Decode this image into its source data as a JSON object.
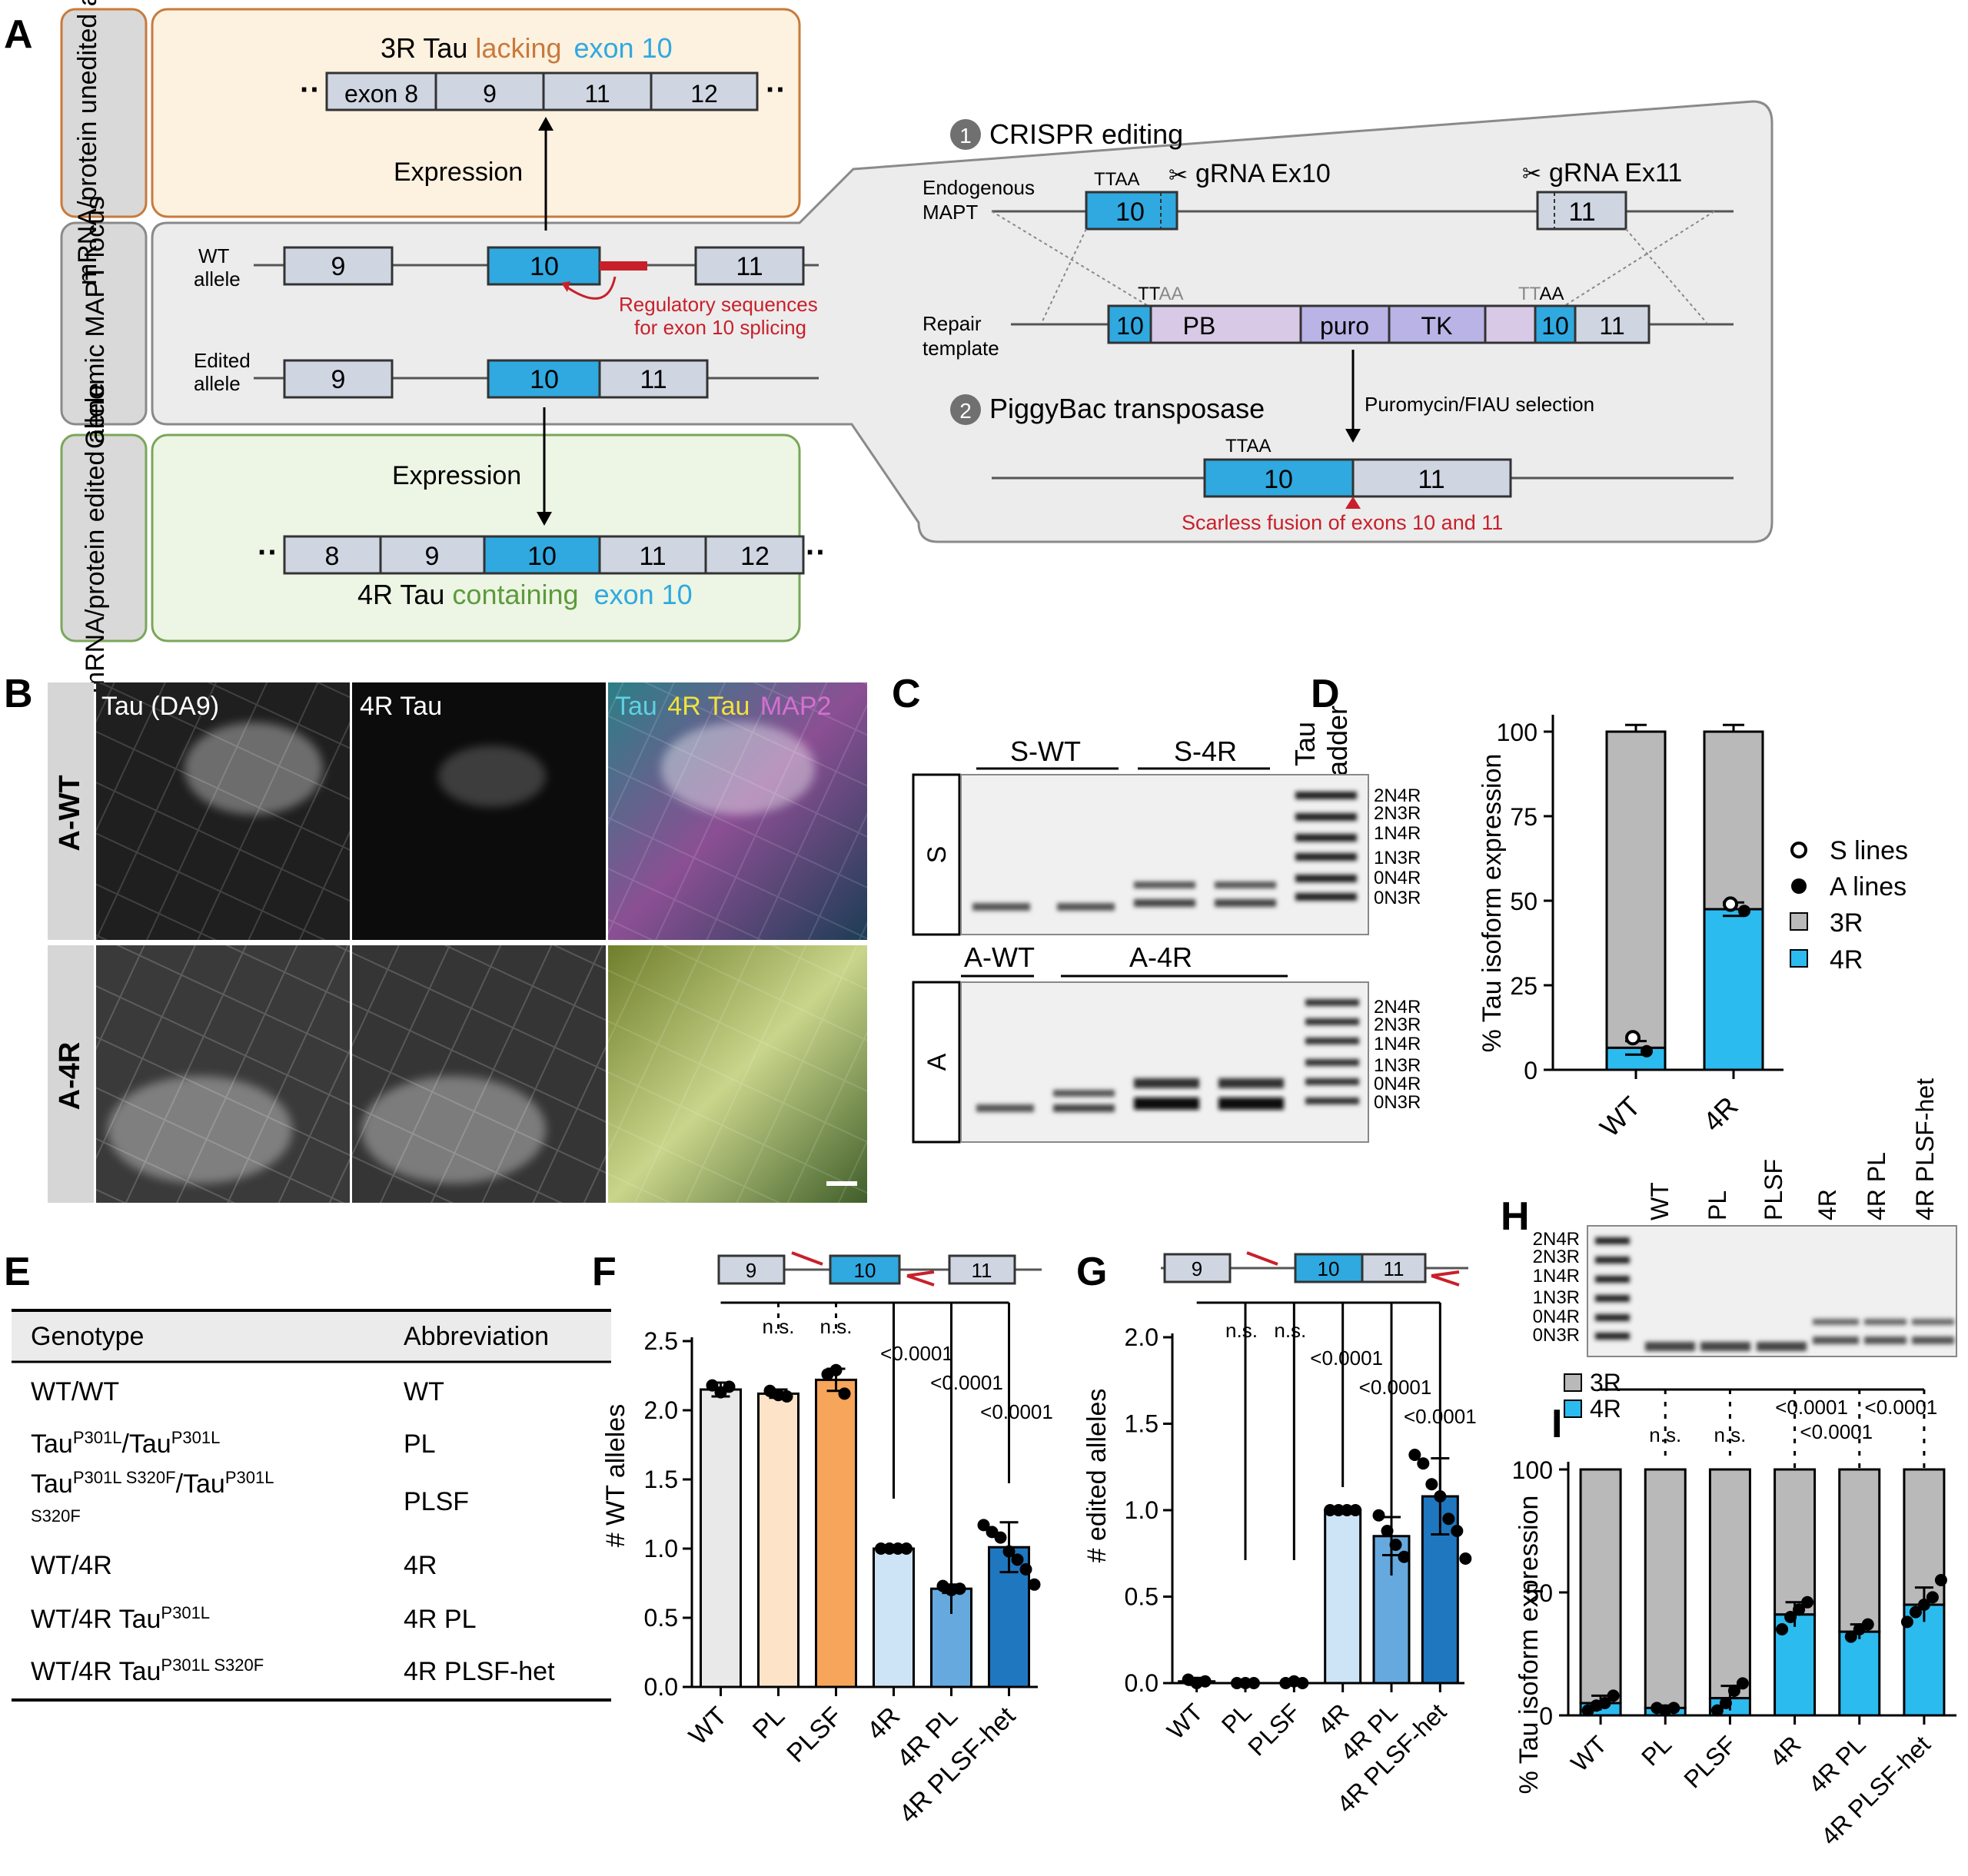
{
  "panel_labels": [
    "A",
    "B",
    "C",
    "D",
    "E",
    "F",
    "G",
    "H",
    "I"
  ],
  "colors": {
    "exon_gray": "#cfd6e2",
    "exon_blue": "#2fa9e0",
    "orange_box": "#fdf1df",
    "orange_edge": "#c87a3c",
    "green_box": "#edf5e4",
    "green_edge": "#7aa65a",
    "gray_box": "#ececec",
    "red": "#c8202a",
    "purple": "#d8c9e6",
    "bar_gray": "#b9b9b9",
    "bar_blue": "#2cbbef",
    "wt": "#e9e9e9",
    "pl": "#fde4c8",
    "plsf": "#f6a55a",
    "r4": "#cde4f6",
    "r4pl": "#66a9de",
    "r4plsf": "#1f77c0"
  },
  "panelA": {
    "side_labels": [
      "mRNA/protein unedited allele",
      "Genomic MAPT locus",
      "mRNA/protein edited allele"
    ],
    "top_title": [
      "3R Tau ",
      "lacking",
      "exon 10"
    ],
    "top_exons": [
      "exon 8",
      "9",
      "11",
      "12"
    ],
    "expression": "Expression",
    "wt_allele": "WT allele",
    "edited_allele": "Edited allele",
    "exon_nums": [
      "8",
      "9",
      "10",
      "11",
      "12"
    ],
    "regulatory": [
      "Regulatory sequences",
      "for exon 10 splicing"
    ],
    "bottom_title": [
      "4R Tau ",
      "containing",
      "exon 10"
    ],
    "step1": "CRISPR editing",
    "step2": "PiggyBac transposase",
    "step_nums": [
      "1",
      "2"
    ],
    "endogenous": [
      "Endogenous",
      "MAPT"
    ],
    "gRNA10": "gRNA Ex10",
    "gRNA11": "gRNA Ex11",
    "ttaa": "TTAA",
    "tt": "TT",
    "aa": "AA",
    "repair": [
      "Repair",
      "template"
    ],
    "repair_parts": [
      "10",
      "PB",
      "puro",
      "TK",
      "10",
      "11"
    ],
    "selection": "Puromycin/FIAU selection",
    "scarless": "Scarless fusion of exons 10 and 11"
  },
  "panelB": {
    "row_labels": [
      "A-WT",
      "A-4R"
    ],
    "col_labels": [
      "Tau (DA9)",
      "4R Tau"
    ],
    "merge_labels": [
      "Tau",
      "4R Tau",
      "MAP2"
    ]
  },
  "panelC": {
    "top_groups": [
      "S-WT",
      "S-4R"
    ],
    "ladder_label": [
      "Tau",
      "ladder"
    ],
    "bottom_groups": [
      "A-WT",
      "A-4R"
    ],
    "blot_labels": [
      "S",
      "A"
    ],
    "isoforms": [
      "2N4R",
      "2N3R",
      "1N4R",
      "1N3R",
      "0N4R",
      "0N3R"
    ]
  },
  "panelD": {
    "ylabel": "% Tau isoform expression",
    "yticks": [
      "0",
      "25",
      "50",
      "75",
      "100"
    ],
    "categories": [
      "WT",
      "4R"
    ],
    "legend": [
      "S lines",
      "A lines",
      "3R",
      "4R"
    ]
  },
  "panelE": {
    "headers": [
      "Genotype",
      "Abbreviation"
    ],
    "rows": [
      {
        "g": [
          "WT/WT"
        ],
        "a": "WT"
      },
      {
        "g": [
          "Tau",
          "P301L",
          "/Tau",
          "P301L"
        ],
        "a": "PL"
      },
      {
        "g": [
          "Tau",
          "P301L S320F",
          "/Tau",
          "P301L"
        ],
        "g2": "S320F",
        "a": "PLSF"
      },
      {
        "g": [
          "WT/4R"
        ],
        "a": "4R"
      },
      {
        "g": [
          "WT/4R Tau",
          "P301L"
        ],
        "a": "4R PL"
      },
      {
        "g": [
          "WT/4R Tau",
          "P301L S320F"
        ],
        "a": "4R PLSF-het"
      }
    ]
  },
  "panelF": {
    "ylabel": "# WT alleles",
    "yticks": [
      "0.0",
      "0.5",
      "1.0",
      "1.5",
      "2.0",
      "2.5"
    ],
    "categories": [
      "WT",
      "PL",
      "PLSF",
      "4R",
      "4R PL",
      "4R PLSF-het"
    ],
    "stats": [
      "n.s.",
      "n.s.",
      "<0.0001",
      "<0.0001",
      "<0.0001"
    ],
    "schematic": [
      "9",
      "10",
      "11"
    ]
  },
  "panelG": {
    "ylabel": "# edited alleles",
    "yticks": [
      "0.0",
      "0.5",
      "1.0",
      "1.5",
      "2.0"
    ],
    "categories": [
      "WT",
      "PL",
      "PLSF",
      "4R",
      "4R PL",
      "4R PLSF-het"
    ],
    "stats": [
      "n.s.",
      "n.s.",
      "<0.0001",
      "<0.0001",
      "<0.0001"
    ],
    "schematic": [
      "9",
      "10",
      "11"
    ]
  },
  "panelH": {
    "lanes": [
      "WT",
      "PL",
      "PLSF",
      "4R",
      "4R PL",
      "4R PLSF-het"
    ],
    "isoforms": [
      "2N4R",
      "2N3R",
      "1N4R",
      "1N3R",
      "0N4R",
      "0N3R"
    ]
  },
  "panelI": {
    "ylabel": "% Tau isoform expression",
    "yticks": [
      "0",
      "50",
      "100"
    ],
    "categories": [
      "WT",
      "PL",
      "PLSF",
      "4R",
      "4R PL",
      "4R PLSF-het"
    ],
    "legend": [
      "3R",
      "4R"
    ],
    "stats": [
      "n.s.",
      "n.s.",
      "<0.0001",
      "<0.0001",
      "<0.0001"
    ]
  },
  "chart_data": [
    {
      "type": "bar",
      "panel": "D",
      "stacked": true,
      "categories": [
        "WT",
        "4R"
      ],
      "series": [
        {
          "name": "4R",
          "values": [
            6.5,
            47.5
          ]
        },
        {
          "name": "3R",
          "values": [
            93.5,
            52.5
          ]
        }
      ],
      "points": {
        "S lines": [
          [
            9.5
          ],
          [
            49
          ]
        ],
        "A lines": [
          [
            5.5
          ],
          [
            47
          ]
        ]
      },
      "error": [
        2,
        2
      ],
      "ylabel": "% Tau isoform expression",
      "ylim": [
        0,
        105
      ]
    },
    {
      "type": "bar",
      "panel": "F",
      "categories": [
        "WT",
        "PL",
        "PLSF",
        "4R",
        "4R PL",
        "4R PLSF-het"
      ],
      "values": [
        2.15,
        2.12,
        2.22,
        1.0,
        0.71,
        1.01
      ],
      "error": [
        0.05,
        0.03,
        0.08,
        0.0,
        0.03,
        0.18
      ],
      "points": [
        [
          2.18,
          2.13,
          2.17
        ],
        [
          2.14,
          2.11,
          2.1
        ],
        [
          2.26,
          2.29,
          2.12
        ],
        [
          1.0,
          1.0,
          1.0,
          1.0
        ],
        [
          0.73,
          0.7,
          0.71
        ],
        [
          1.17,
          1.12,
          1.08,
          0.98,
          0.92,
          0.85,
          0.74
        ]
      ],
      "ylabel": "# WT alleles",
      "ylim": [
        0,
        2.5
      ]
    },
    {
      "type": "bar",
      "panel": "G",
      "categories": [
        "WT",
        "PL",
        "PLSF",
        "4R",
        "4R PL",
        "4R PLSF-het"
      ],
      "values": [
        0.01,
        0.0,
        0.0,
        1.0,
        0.85,
        1.08
      ],
      "error": [
        0.02,
        0.0,
        0.0,
        0.0,
        0.11,
        0.22
      ],
      "points": [
        [
          0.02,
          0.0,
          0.01
        ],
        [
          0.0,
          0.0,
          0.0
        ],
        [
          0.0,
          0.01,
          0.0
        ],
        [
          1.0,
          1.0,
          1.0,
          1.0
        ],
        [
          0.97,
          0.88,
          0.8,
          0.73
        ],
        [
          1.32,
          1.27,
          1.15,
          1.08,
          0.95,
          0.88,
          0.72
        ]
      ],
      "ylabel": "# edited alleles",
      "ylim": [
        0,
        2.0
      ]
    },
    {
      "type": "bar",
      "panel": "I",
      "stacked": true,
      "categories": [
        "WT",
        "PL",
        "PLSF",
        "4R",
        "4R PL",
        "4R PLSF-het"
      ],
      "series": [
        {
          "name": "4R",
          "values": [
            5,
            3,
            7,
            41,
            34,
            45
          ]
        },
        {
          "name": "3R",
          "values": [
            95,
            97,
            93,
            59,
            66,
            55
          ]
        }
      ],
      "points": [
        [
          2,
          4,
          5,
          8
        ],
        [
          3,
          2,
          3
        ],
        [
          2,
          5,
          10,
          13
        ],
        [
          35,
          40,
          43,
          46
        ],
        [
          32,
          35,
          37
        ],
        [
          38,
          42,
          45,
          48,
          55
        ]
      ],
      "error": [
        3,
        1,
        5,
        5,
        3,
        7
      ],
      "ylabel": "% Tau isoform expression",
      "ylim": [
        0,
        100
      ]
    }
  ]
}
